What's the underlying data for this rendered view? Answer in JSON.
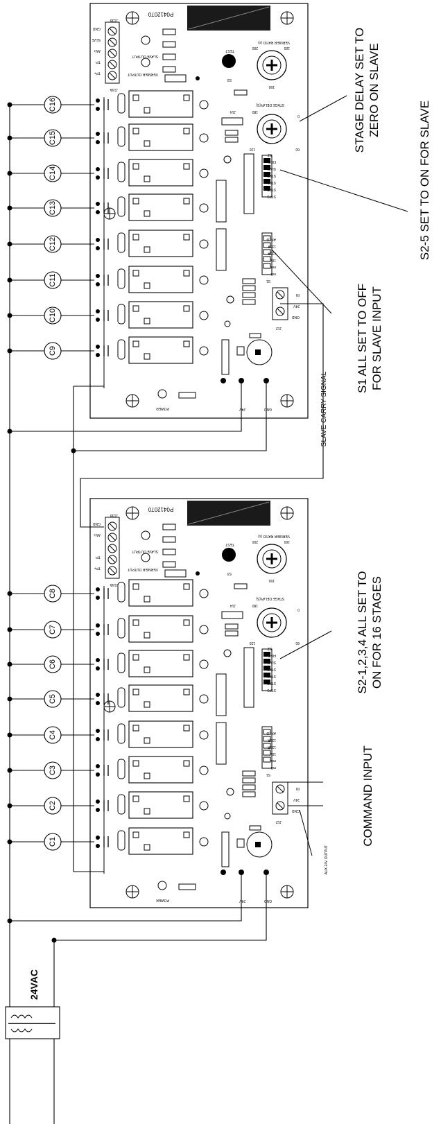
{
  "board_top": {
    "part_number": "P0412070",
    "channels": [
      "C9",
      "C10",
      "C11",
      "C12",
      "C13",
      "C14",
      "C15",
      "C16"
    ]
  },
  "board_bottom": {
    "part_number": "P0412070",
    "channels": [
      "C1",
      "C2",
      "C3",
      "C4",
      "C5",
      "C6",
      "C7",
      "C8"
    ]
  },
  "board_labels": {
    "power": "POWER",
    "test": "TEST",
    "vernier_ratio": "VERNIER RATIO (x)",
    "stage_delay": "STAGE DELAY(S)",
    "slave_output": "SLAVE OUTPUT",
    "vernier_output": "VERNIER OUTPUT",
    "s1": "S1",
    "s2": "S2",
    "s3": "S3",
    "j12": "J12",
    "j13a": "J13A",
    "j13b": "J13B",
    "j14": "J14",
    "terminal_24v": "24V",
    "terminal_gnd": "GND",
    "terminal_in": "IN",
    "j13b_pins": [
      "GND",
      "SLVE",
      "AN+"
    ],
    "j13a_pins": [
      "TP-",
      "TP+"
    ],
    "s1_switches": [
      "ANLG",
      "135R",
      "135R",
      "10V",
      "mA",
      "mA"
    ],
    "s2_switches": [
      "FIFO",
      "SLVE",
      "STP0",
      "STP1",
      "STP2",
      "STP3"
    ],
    "ratio_scale": [
      "100",
      "200",
      "150"
    ],
    "delay_scale": [
      "0",
      "180",
      "120",
      "60"
    ]
  },
  "notes": {
    "slave_carry": "SLAVE CARRY SIGNAL",
    "aux_output": "AUX 24V OUTPUT",
    "supply": "24VAC",
    "stage_delay_note_1": "STAGE DELAY SET TO",
    "stage_delay_note_2": "ZERO ON SLAVE",
    "s2_5_note": "S2-5 SET TO ON FOR SLAVE",
    "s1_note_1": "S1 ALL SET TO OFF",
    "s1_note_2": "FOR SLAVE INPUT",
    "s2_1234_note_1": "S2-1,2,3,4 ALL SET TO",
    "s2_1234_note_2": "ON FOR 16 STAGES",
    "command_input": "COMMAND INPUT"
  }
}
